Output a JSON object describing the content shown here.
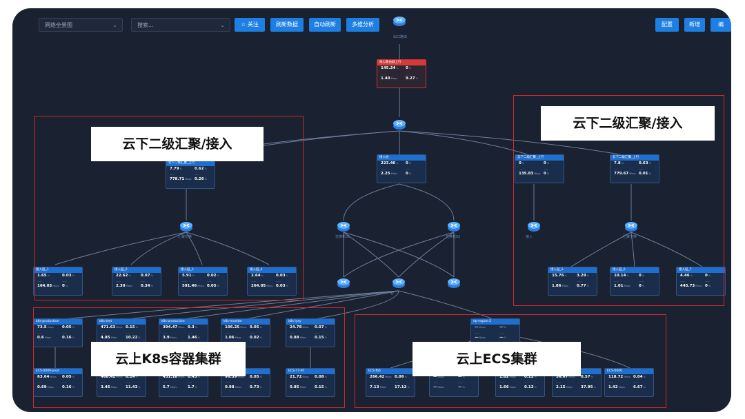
{
  "toolbar": {
    "view_select": "网络全景图",
    "filter_select": "搜索...",
    "follow_label": "☆ 关注",
    "refresh_label": "刷新数据",
    "auto_refresh_label": "自动刷新",
    "multi_analysis_label": "多维分析",
    "config_label": "配置",
    "add_label": "新增",
    "extra_label": "编"
  },
  "colors": {
    "canvas": "#1a2130",
    "node_card_header": "#1f6fd0",
    "alert_card_header": "#d53a3a",
    "region_border": "#d12a2a",
    "link_line": "#6f7f9c"
  },
  "root_node": {
    "icon": "router-icon",
    "label": "出口路由"
  },
  "cards": {
    "core": {
      "title": "核心路由器上行",
      "v1": "145.24",
      "u1": "%",
      "v2": "0",
      "u2": "%",
      "v3": "1.40",
      "u3": "Mbps",
      "v4": "9.27",
      "u4": "%"
    },
    "agg_left": {
      "title": "云下二级汇聚_上行",
      "v1": "7.79",
      "u1": "%",
      "v2": "0.62",
      "u2": "%",
      "v3": "778.71",
      "u3": "Mbps",
      "v4": "0.26",
      "u4": "%"
    },
    "agg_mid": {
      "title": "接入层",
      "v1": "223.46",
      "u1": "%",
      "v2": "0",
      "u2": "%",
      "v3": "2.25",
      "u3": "Mbps",
      "v4": "0",
      "u4": "%"
    },
    "agg_r1": {
      "title": "云下二级汇聚_上行",
      "v1": "0",
      "u1": "%",
      "v2": "0",
      "u2": "%",
      "v3": "135.83",
      "u3": "Mbps",
      "v4": "0",
      "u4": "%"
    },
    "agg_r2": {
      "title": "云下二级汇聚_上行",
      "v1": "7.8",
      "u1": "%",
      "v2": "0.63",
      "u2": "%",
      "v3": "779.67",
      "u3": "Mbps",
      "v4": "0.01",
      "u4": "%"
    },
    "acc_l1": {
      "title": "接入层_1",
      "v1": "1.65",
      "u1": "%",
      "v2": "0.03",
      "u2": "%",
      "v3": "164.03",
      "u3": "Mbps",
      "v4": "0",
      "u4": "%"
    },
    "acc_l2": {
      "title": "接入层_2",
      "v1": "22.62",
      "u1": "%",
      "v2": "0.07",
      "u2": "%",
      "v3": "2.30",
      "u3": "Mbps",
      "v4": "0.34",
      "u4": "%"
    },
    "acc_l3": {
      "title": "接入层_3",
      "v1": "5.91",
      "u1": "%",
      "v2": "0.02",
      "u2": "%",
      "v3": "591.46",
      "u3": "Mbps",
      "v4": "0.05",
      "u4": "%"
    },
    "acc_l4": {
      "title": "接入层_4",
      "v1": "2.64",
      "u1": "%",
      "v2": "0.03",
      "u2": "%",
      "v3": "264.05",
      "u3": "Mbps",
      "v4": "0.03",
      "u4": "%"
    },
    "acc_r1": {
      "title": "接入层_5",
      "v1": "15.76",
      "u1": "%",
      "v2": "3.29",
      "u2": "%",
      "v3": "1.86",
      "u3": "Mbps",
      "v4": "0.77",
      "u4": "%"
    },
    "acc_r2": {
      "title": "接入层_6",
      "v1": "10.14",
      "u1": "%",
      "v2": "0",
      "u2": "%",
      "v3": "1.01",
      "u3": "Mbps",
      "v4": "0",
      "u4": "%"
    },
    "acc_r3": {
      "title": "接入层_7",
      "v1": "4.46",
      "u1": "%",
      "v2": "0",
      "u2": "%",
      "v3": "445.73",
      "u3": "Mbps",
      "v4": "0",
      "u4": "%"
    },
    "k8s_1": {
      "title": "k8s-production",
      "v1": "73.5",
      "u1": "Mbps",
      "v2": "0.05",
      "u2": "%",
      "v3": "0.6",
      "u3": "Mbps",
      "v4": "0.16",
      "u4": "%"
    },
    "k8s_2": {
      "title": "k8s-test",
      "v1": "471.63",
      "u1": "Mbps",
      "v2": "0.15",
      "u2": "%",
      "v3": "4.85",
      "u3": "Mbps",
      "v4": "10.22",
      "u4": "%"
    },
    "k8s_3": {
      "title": "k8s-production",
      "v1": "394.47",
      "u1": "Mbps",
      "v2": "0.3",
      "u2": "%",
      "v3": "3.9",
      "u3": "Mbps",
      "v4": "1.46",
      "u4": "%"
    },
    "k8s_4": {
      "title": "k8s-monitor",
      "v1": "106.25",
      "u1": "Mbps",
      "v2": "0.05",
      "u2": "%",
      "v3": "1.06",
      "u3": "Mbps",
      "v4": "0.02",
      "u4": "%"
    },
    "k8s_5": {
      "title": "k8s-lyxy",
      "v1": "24.78",
      "u1": "Mbps",
      "v2": "0.07",
      "u2": "%",
      "v3": "0.88",
      "u3": "Mbps",
      "v4": "0.15",
      "u4": "%"
    },
    "k8s_6": {
      "title": "ECS-0009-prod",
      "v1": "63.64",
      "u1": "Mbps",
      "v2": "0.05",
      "u2": "%",
      "v3": "0.69",
      "u3": "Mbps",
      "v4": "0.16",
      "u4": "%"
    },
    "k8s_7": {
      "title": "ECS-node",
      "v1": "468.42",
      "u1": "Mbps",
      "v2": "0.14",
      "u2": "%",
      "v3": "3.46",
      "u3": "Mbps",
      "v4": "11.43",
      "u4": "%"
    },
    "k8s_8": {
      "title": "ECS-node",
      "v1": "431.18",
      "u1": "Mbps",
      "v2": "0.43",
      "u2": "%",
      "v3": "5.7",
      "u3": "Mbps",
      "v4": "1.7",
      "u4": "%"
    },
    "k8s_9": {
      "title": "ECS-node",
      "v1": "96.39",
      "u1": "Mbps",
      "v2": "0.05",
      "u2": "%",
      "v3": "0.98",
      "u3": "Mbps",
      "v4": "0.73",
      "u4": "%"
    },
    "k8s_10": {
      "title": "ECS-77-97",
      "v1": "21.72",
      "u1": "Mbps",
      "v2": "0.08",
      "u2": "%",
      "v3": "0.85",
      "u3": "Mbps",
      "v4": "0.15",
      "u4": "%"
    },
    "ecs_top": {
      "title": "ep-region-2",
      "v1": "—",
      "u1": "Mbps",
      "v2": "—",
      "u2": "%",
      "v3": "—",
      "u3": "Mbps",
      "v4": "—",
      "u4": "%"
    },
    "ecs_1": {
      "title": "ECS-f66",
      "v1": "266.42",
      "u1": "Mbps",
      "v2": "0.06",
      "u2": "%",
      "v3": "7.13",
      "u3": "Mbps",
      "v4": "17.12",
      "u4": "%"
    },
    "ecs_2": {
      "title": "ECS",
      "v1": "—",
      "u1": "Mbps",
      "v2": "—",
      "u2": "%",
      "v3": "—",
      "u3": "Mbps",
      "v4": "—",
      "u4": "%"
    },
    "ecs_3": {
      "title": "ECS",
      "v1": "1.82",
      "u1": "Mbps",
      "v2": "0.12",
      "u2": "%",
      "v3": "1.66",
      "u3": "Mbps",
      "v4": "0.13",
      "u4": "%"
    },
    "ecs_4": {
      "title": "ECS",
      "v1": "56.67",
      "u1": "Mbps",
      "v2": "0.57",
      "u2": "%",
      "v3": "2.15",
      "u3": "Mbps",
      "v4": "37.95",
      "u4": "%"
    },
    "ecs_5": {
      "title": "ECS-0006",
      "v1": "118.72",
      "u1": "Mbps",
      "v2": "0.04",
      "u2": "%",
      "v3": "1.42",
      "u3": "Mbps",
      "v4": "6.67",
      "u4": "%"
    }
  },
  "gateways": {
    "g1": {
      "icon": "router-icon",
      "label": ""
    },
    "g_left": {
      "icon": "router-icon",
      "label": "汇聚交换"
    },
    "g_mid1": {
      "icon": "router-icon",
      "label": "交换机01"
    },
    "g_mid2": {
      "icon": "router-icon",
      "label": "交换机02"
    },
    "g_r1": {
      "icon": "router-icon",
      "label": "接入"
    },
    "g_r2": {
      "icon": "router-icon",
      "label": "汇聚交换"
    },
    "g_low1": {
      "icon": "router-icon",
      "label": ""
    },
    "g_low2": {
      "icon": "router-icon",
      "label": "云"
    },
    "g_low3": {
      "icon": "router-icon",
      "label": ""
    }
  },
  "regions": {
    "left_top": "云下二级汇聚/接入",
    "right_top": "云下二级汇聚/接入",
    "bottom_left": "云上K8s容器集群",
    "bottom_right": "云上ECS集群"
  }
}
